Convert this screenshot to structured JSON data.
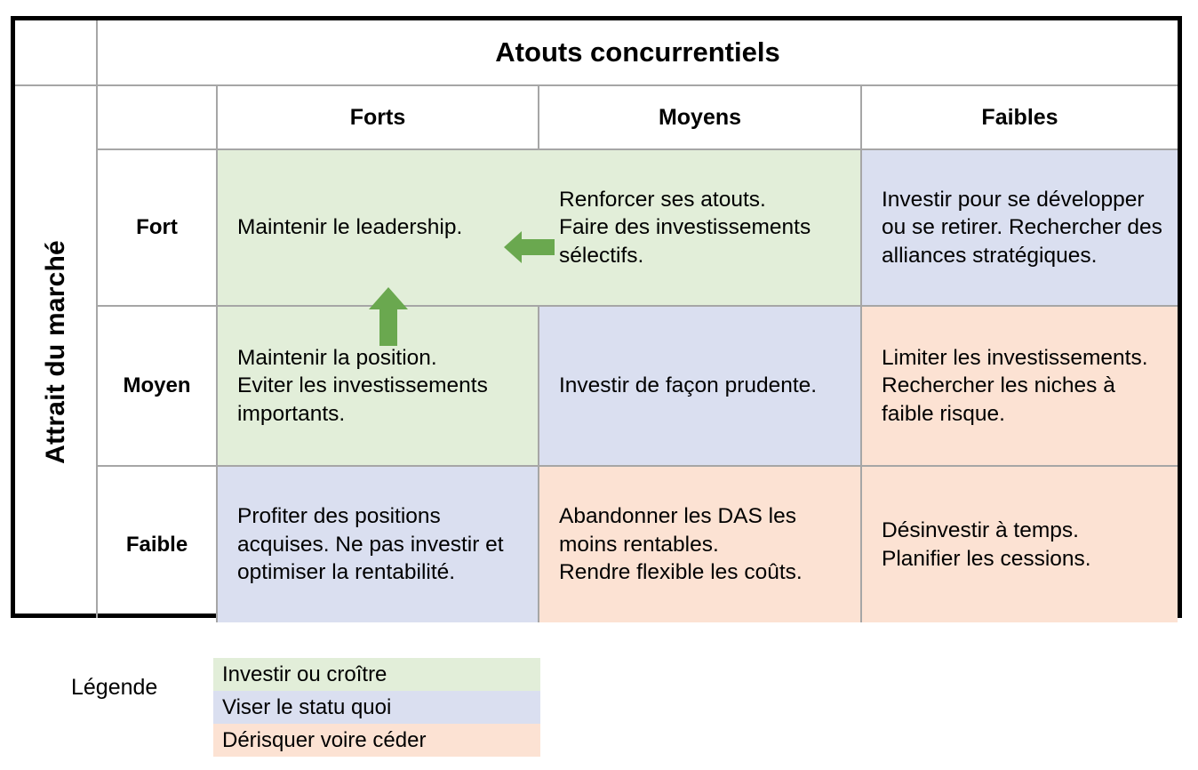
{
  "matrix": {
    "column_axis_title": "Atouts concurrentiels",
    "row_axis_title": "Attrait du marché",
    "column_headers": [
      "Forts",
      "Moyens",
      "Faibles"
    ],
    "row_headers": [
      "Fort",
      "Moyen",
      "Faible"
    ],
    "cells": [
      {
        "row": "Fort",
        "column": "Forts",
        "text": "Maintenir le leadership.",
        "color": "#e2eed9",
        "category": "Investir ou croître"
      },
      {
        "row": "Fort",
        "column": "Moyens",
        "text": "Renforcer ses atouts.\nFaire des investissements sélectifs.",
        "color": "#e2eed9",
        "category": "Investir ou croître"
      },
      {
        "row": "Fort",
        "column": "Faibles",
        "text": "Investir pour se développer ou se retirer. Rechercher des alliances stratégiques.",
        "color": "#dadff0",
        "category": "Viser le statu quoi"
      },
      {
        "row": "Moyen",
        "column": "Forts",
        "text": "Maintenir la position.\nEviter les investissements importants.",
        "color": "#e2eed9",
        "category": "Investir ou croître"
      },
      {
        "row": "Moyen",
        "column": "Moyens",
        "text": "Investir de façon prudente.",
        "color": "#dadff0",
        "category": "Viser le statu quoi"
      },
      {
        "row": "Moyen",
        "column": "Faibles",
        "text": "Limiter les investissements. Rechercher les niches à faible risque.",
        "color": "#fce2d3",
        "category": "Dérisquer voire céder"
      },
      {
        "row": "Faible",
        "column": "Forts",
        "text": "Profiter des positions acquises. Ne pas investir et optimiser la rentabilité.",
        "color": "#dadff0",
        "category": "Viser le statu quoi"
      },
      {
        "row": "Faible",
        "column": "Moyens",
        "text": "Abandonner les DAS les moins rentables.\nRendre flexible les coûts.",
        "color": "#fce2d3",
        "category": "Dérisquer voire céder"
      },
      {
        "row": "Faible",
        "column": "Faibles",
        "text": "Désinvestir à temps.\nPlanifier les cessions.",
        "color": "#fce2d3",
        "category": "Dérisquer voire céder"
      }
    ],
    "arrows": [
      {
        "name": "arrow-left-reinforce",
        "direction": "left",
        "color": "#6aa84f"
      },
      {
        "name": "arrow-up-maintain",
        "direction": "up",
        "color": "#6aa84f"
      }
    ]
  },
  "legend": {
    "title": "Légende",
    "items": [
      {
        "label": "Investir ou croître",
        "color": "#e2eed9"
      },
      {
        "label": "Viser le statu quoi",
        "color": "#dadff0"
      },
      {
        "label": "Dérisquer voire céder",
        "color": "#fce2d3"
      }
    ]
  },
  "colors": {
    "green": "#e2eed9",
    "blue": "#dadff0",
    "orange": "#fce2d3",
    "arrow_green": "#6aa84f",
    "grid": "#a6a6a6",
    "outer_border": "#000000"
  }
}
